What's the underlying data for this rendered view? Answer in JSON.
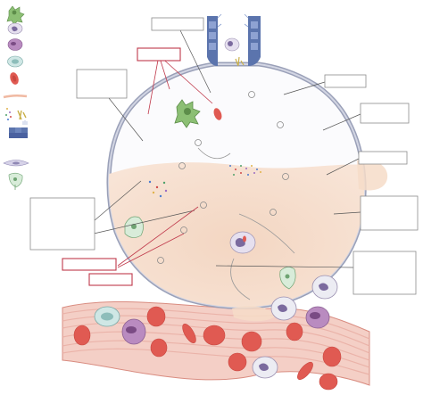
{
  "diagram": {
    "label_boxes": [
      {
        "id": "top-center",
        "text": "",
        "style": "gray"
      },
      {
        "id": "top-left-red",
        "text": "",
        "style": "red"
      },
      {
        "id": "left-upper",
        "text": "",
        "style": "gray"
      },
      {
        "id": "left-lower",
        "text": "",
        "style": "gray"
      },
      {
        "id": "bottom-red-1",
        "text": "",
        "style": "red"
      },
      {
        "id": "bottom-red-2",
        "text": "",
        "style": "red"
      },
      {
        "id": "right-1",
        "text": "",
        "style": "gray"
      },
      {
        "id": "right-2",
        "text": "",
        "style": "gray"
      },
      {
        "id": "right-3",
        "text": "",
        "style": "gray"
      },
      {
        "id": "right-4",
        "text": "",
        "style": "gray"
      },
      {
        "id": "right-5",
        "text": "",
        "style": "gray"
      }
    ],
    "legend_icons": [
      "green-macrophage-icon",
      "lymphocyte-icon",
      "neutrophil-icon",
      "monocyte-icon",
      "red-blood-cell-icon",
      "fibrin-strand-icon",
      "particles-icon",
      "bacteria-icon",
      "epithelial-cells-icon",
      "endothelial-cell-icon",
      "type2-cell-icon"
    ],
    "colors": {
      "alveolus_fill": "#fbfbfd",
      "alveolus_wall": "#9aa0b8",
      "exudate": "#f6dcc8",
      "vessel_fill": "#f4cfc6",
      "vessel_stripe": "#e9a89c",
      "rbc": "#e05a52",
      "epithelium": "#5b74ad",
      "macrophage": "#7fb06a",
      "label_border": "#8c8c8c",
      "label_red": "#c0394b"
    }
  }
}
